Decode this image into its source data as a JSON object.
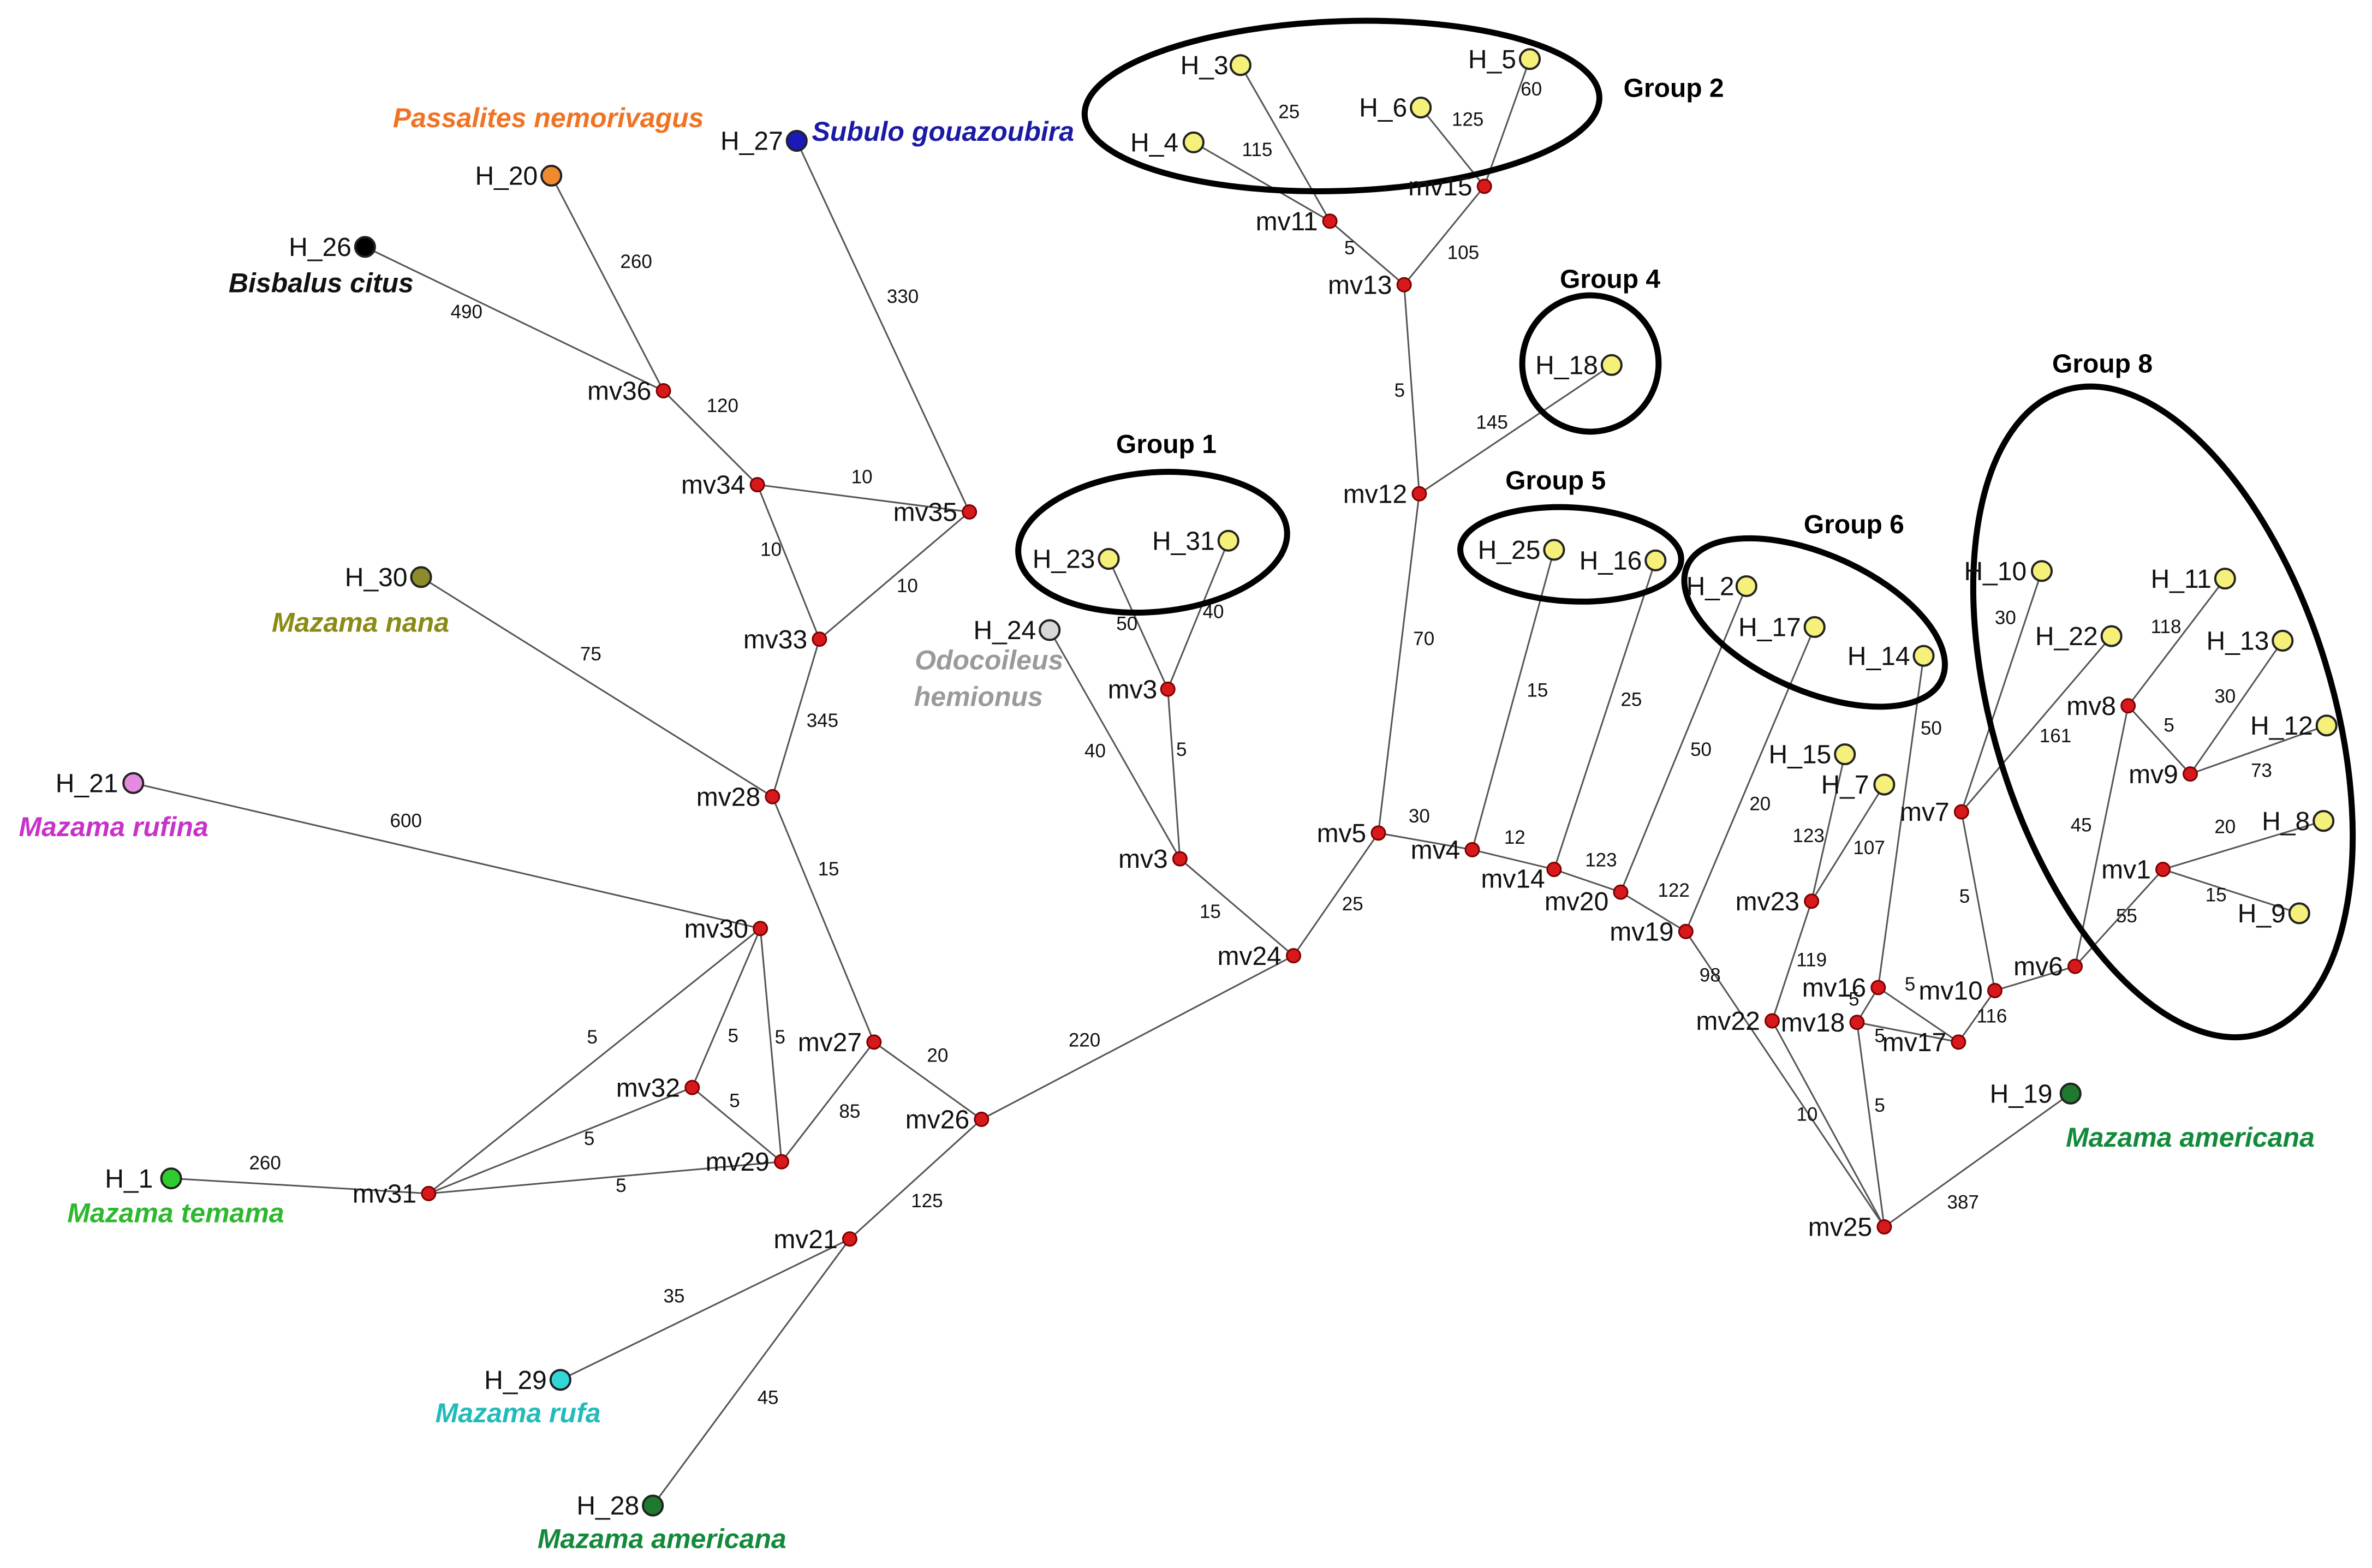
{
  "colors": {
    "median_vector": "#d7191c",
    "haplotype_default": "#f5f07a",
    "edge": "#555555"
  },
  "groups": [
    {
      "label": "Group 1"
    },
    {
      "label": "Group 2"
    },
    {
      "label": "Group 4"
    },
    {
      "label": "Group 5"
    },
    {
      "label": "Group 6"
    },
    {
      "label": "Group 8"
    }
  ],
  "species": [
    {
      "name": "Passalites nemorivagus",
      "color": "#f07323"
    },
    {
      "name": "Subulo gouazoubira",
      "color": "#1a1aa6"
    },
    {
      "name": "Bisbalus citus",
      "color": "#111111"
    },
    {
      "name": "Mazama nana",
      "color": "#8a8a14"
    },
    {
      "name": "Odocoileus",
      "color": "#9a9a9a"
    },
    {
      "name": "hemionus",
      "color": "#9a9a9a"
    },
    {
      "name": "Mazama rufina",
      "color": "#c832c8"
    },
    {
      "name": "Mazama temama",
      "color": "#2eb82e"
    },
    {
      "name": "Mazama rufa",
      "color": "#22bbbb"
    },
    {
      "name": "Mazama americana",
      "color": "#138a3a"
    },
    {
      "name": "Mazama americana",
      "color": "#138a3a"
    }
  ],
  "haplotypes": [
    {
      "id": "H_1",
      "color": "#2ecc2e"
    },
    {
      "id": "H_2",
      "color": "#f5f07a"
    },
    {
      "id": "H_3",
      "color": "#f5f07a"
    },
    {
      "id": "H_4",
      "color": "#f5f07a"
    },
    {
      "id": "H_5",
      "color": "#f5f07a"
    },
    {
      "id": "H_6",
      "color": "#f5f07a"
    },
    {
      "id": "H_7",
      "color": "#f5f07a"
    },
    {
      "id": "H_8",
      "color": "#f5f07a"
    },
    {
      "id": "H_9",
      "color": "#f5f07a"
    },
    {
      "id": "H_10",
      "color": "#f5f07a"
    },
    {
      "id": "H_11",
      "color": "#f5f07a"
    },
    {
      "id": "H_12",
      "color": "#f5f07a"
    },
    {
      "id": "H_13",
      "color": "#f5f07a"
    },
    {
      "id": "H_14",
      "color": "#f5f07a"
    },
    {
      "id": "H_15",
      "color": "#f5f07a"
    },
    {
      "id": "H_16",
      "color": "#f5f07a"
    },
    {
      "id": "H_17",
      "color": "#f5f07a"
    },
    {
      "id": "H_18",
      "color": "#f5f07a"
    },
    {
      "id": "H_19",
      "color": "#1e7a2e"
    },
    {
      "id": "H_20",
      "color": "#f08a30"
    },
    {
      "id": "H_21",
      "color": "#e58ae0"
    },
    {
      "id": "H_22",
      "color": "#f5f07a"
    },
    {
      "id": "H_23",
      "color": "#f5f07a"
    },
    {
      "id": "H_24",
      "color": "#d8d8d8"
    },
    {
      "id": "H_25",
      "color": "#f5f07a"
    },
    {
      "id": "H_26",
      "color": "#000000"
    },
    {
      "id": "H_27",
      "color": "#1a1ab8"
    },
    {
      "id": "H_28",
      "color": "#1e7a2e"
    },
    {
      "id": "H_29",
      "color": "#33d6d6"
    },
    {
      "id": "H_30",
      "color": "#8c8c2a"
    },
    {
      "id": "H_31",
      "color": "#f5f07a"
    }
  ],
  "median_vectors": [
    "mv1",
    "mv3",
    "mv3",
    "mv4",
    "mv5",
    "mv6",
    "mv7",
    "mv8",
    "mv9",
    "mv10",
    "mv11",
    "mv12",
    "mv13",
    "mv14",
    "mv15",
    "mv16",
    "mv17",
    "mv18",
    "mv19",
    "mv20",
    "mv21",
    "mv22",
    "mv23",
    "mv24",
    "mv25",
    "mv26",
    "mv27",
    "mv28",
    "mv29",
    "mv30",
    "mv31",
    "mv32",
    "mv33",
    "mv34",
    "mv35",
    "mv36"
  ],
  "edges": [
    {
      "a": "H_26",
      "b": "mv36",
      "label": "490"
    },
    {
      "a": "H_20",
      "b": "mv36",
      "label": "260"
    },
    {
      "a": "mv36",
      "b": "mv34",
      "label": "120"
    },
    {
      "a": "mv34",
      "b": "mv35",
      "label": "10"
    },
    {
      "a": "mv34",
      "b": "mv33",
      "label": "10"
    },
    {
      "a": "mv35",
      "b": "mv33",
      "label": "10"
    },
    {
      "a": "H_27",
      "b": "mv35",
      "label": "330"
    },
    {
      "a": "mv33",
      "b": "mv28",
      "label": "345"
    },
    {
      "a": "H_30",
      "b": "mv28",
      "label": "75"
    },
    {
      "a": "mv28",
      "b": "mv27",
      "label": "15"
    },
    {
      "a": "H_21",
      "b": "mv30",
      "label": "600"
    },
    {
      "a": "mv30",
      "b": "mv31",
      "label": "5"
    },
    {
      "a": "mv30",
      "b": "mv32",
      "label": "5"
    },
    {
      "a": "mv30",
      "b": "mv29",
      "label": "5"
    },
    {
      "a": "mv32",
      "b": "mv29",
      "label": "5"
    },
    {
      "a": "mv32",
      "b": "mv31",
      "label": "5"
    },
    {
      "a": "mv31",
      "b": "mv29",
      "label": "5"
    },
    {
      "a": "H_1",
      "b": "mv31",
      "label": "260"
    },
    {
      "a": "mv29",
      "b": "mv27",
      "label": "85"
    },
    {
      "a": "mv27",
      "b": "mv26",
      "label": "20"
    },
    {
      "a": "mv26",
      "b": "mv21",
      "label": "125"
    },
    {
      "a": "mv21",
      "b": "H_29",
      "label": "35"
    },
    {
      "a": "mv21",
      "b": "H_28",
      "label": "45"
    },
    {
      "a": "mv26",
      "b": "mv24",
      "label": "220"
    },
    {
      "a": "mv24",
      "b": "mv3b",
      "label": "15"
    },
    {
      "a": "mv3b",
      "b": "H_24",
      "label": "40"
    },
    {
      "a": "mv3b",
      "b": "mv3a",
      "label": "5"
    },
    {
      "a": "mv3a",
      "b": "H_23",
      "label": "50"
    },
    {
      "a": "mv3a",
      "b": "H_31",
      "label": "40"
    },
    {
      "a": "mv24",
      "b": "mv5",
      "label": "25"
    },
    {
      "a": "mv5",
      "b": "mv12",
      "label": "70"
    },
    {
      "a": "mv12",
      "b": "H_18",
      "label": "145"
    },
    {
      "a": "mv12",
      "b": "mv13",
      "label": "5"
    },
    {
      "a": "mv13",
      "b": "mv11",
      "label": "5"
    },
    {
      "a": "mv13",
      "b": "mv15",
      "label": "105"
    },
    {
      "a": "mv11",
      "b": "H_3",
      "label": "25"
    },
    {
      "a": "mv11",
      "b": "H_4",
      "label": "115"
    },
    {
      "a": "mv15",
      "b": "H_6",
      "label": "125"
    },
    {
      "a": "mv15",
      "b": "H_5",
      "label": "60"
    },
    {
      "a": "mv5",
      "b": "mv4",
      "label": "30"
    },
    {
      "a": "mv4",
      "b": "H_25",
      "label": "15"
    },
    {
      "a": "mv4",
      "b": "mv14",
      "label": "12"
    },
    {
      "a": "mv14",
      "b": "H_16",
      "label": "25"
    },
    {
      "a": "mv14",
      "b": "mv20",
      "label": "123"
    },
    {
      "a": "mv20",
      "b": "H_2",
      "label": "50"
    },
    {
      "a": "mv20",
      "b": "mv19",
      "label": "122"
    },
    {
      "a": "mv19",
      "b": "H_17",
      "label": "20"
    },
    {
      "a": "mv19",
      "b": "mv25",
      "label": "98"
    },
    {
      "a": "mv22",
      "b": "mv23",
      "label": "119"
    },
    {
      "a": "mv23",
      "b": "H_15",
      "label": "123"
    },
    {
      "a": "mv23",
      "b": "H_7",
      "label": "107"
    },
    {
      "a": "mv22",
      "b": "mv25",
      "label": "10"
    },
    {
      "a": "mv18",
      "b": "mv25",
      "label": "5"
    },
    {
      "a": "mv18",
      "b": "mv16",
      "label": "5"
    },
    {
      "a": "mv18",
      "b": "mv17",
      "label": "5"
    },
    {
      "a": "mv16",
      "b": "mv17",
      "label": "5"
    },
    {
      "a": "mv16",
      "b": "H_14",
      "label": "50"
    },
    {
      "a": "mv17",
      "b": "mv10",
      "label": "116"
    },
    {
      "a": "mv10",
      "b": "mv7",
      "label": "5"
    },
    {
      "a": "mv7",
      "b": "H_10",
      "label": "30"
    },
    {
      "a": "mv7",
      "b": "H_22",
      "label": "161"
    },
    {
      "a": "mv10",
      "b": "mv6",
      "label": ""
    },
    {
      "a": "mv6",
      "b": "mv8",
      "label": "45"
    },
    {
      "a": "mv8",
      "b": "H_11",
      "label": "118"
    },
    {
      "a": "mv8",
      "b": "mv9",
      "label": "5"
    },
    {
      "a": "mv9",
      "b": "H_13",
      "label": "30"
    },
    {
      "a": "mv9",
      "b": "H_12",
      "label": "73"
    },
    {
      "a": "mv6",
      "b": "mv1",
      "label": "55"
    },
    {
      "a": "mv1",
      "b": "H_8",
      "label": "20"
    },
    {
      "a": "mv1",
      "b": "H_9",
      "label": "15"
    },
    {
      "a": "mv25",
      "b": "H_19",
      "label": "387"
    }
  ]
}
